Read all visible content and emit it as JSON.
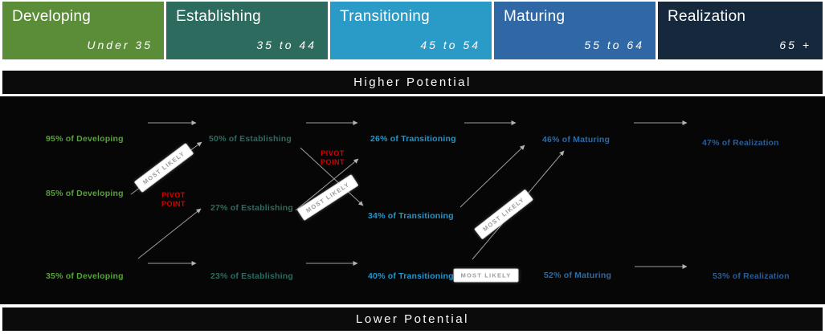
{
  "stages": [
    {
      "name": "Developing",
      "age_range": "Under 35",
      "color": "#5b8d39"
    },
    {
      "name": "Establishing",
      "age_range": "35 to 44",
      "color": "#2e6b5f"
    },
    {
      "name": "Transitioning",
      "age_range": "45 to 54",
      "color": "#2a9ac6"
    },
    {
      "name": "Maturing",
      "age_range": "55 to 64",
      "color": "#2f68a4"
    },
    {
      "name": "Realization",
      "age_range": "65 +",
      "color": "#16293c"
    }
  ],
  "bands": {
    "higher": "Higher Potential",
    "lower": "Lower Potential"
  },
  "labels": [
    {
      "text": "95% of Developing",
      "color": "#56a339"
    },
    {
      "text": "50% of Establishing",
      "color": "#2d6b5e"
    },
    {
      "text": "26% of Transitioning",
      "color": "#1e97ce"
    },
    {
      "text": "46% of Maturing",
      "color": "#2d6ba6"
    },
    {
      "text": "47% of Realization",
      "color": "#2b5c94"
    },
    {
      "text": "85% of Developing",
      "color": "#56a339"
    },
    {
      "text": "27% of Establishing",
      "color": "#2d6b5e"
    },
    {
      "text": "34% of Transitioning",
      "color": "#1e97ce"
    },
    {
      "text": "35% of Developing",
      "color": "#56a339"
    },
    {
      "text": "23% of Establishing",
      "color": "#2d6b5e"
    },
    {
      "text": "40% of Transitioning",
      "color": "#1e97ce"
    },
    {
      "text": "52% of Maturing",
      "color": "#2d6ba6"
    },
    {
      "text": "53% of Realization",
      "color": "#2b5c94"
    }
  ],
  "pivot_points": [
    {
      "line1": "PIVOT",
      "line2": "POINT"
    },
    {
      "line1": "PIVOT",
      "line2": "POINT"
    }
  ],
  "badges": [
    {
      "label": "MOST LIKELY"
    },
    {
      "label": "MOST LIKELY"
    },
    {
      "label": "MOST LIKELY"
    },
    {
      "label": "MOST LIKELY"
    }
  ],
  "accents": {
    "pivot_red": "#d40000",
    "arrow_gray": "#9e9e9e",
    "badge_text_gray": "#9b9b9b"
  }
}
